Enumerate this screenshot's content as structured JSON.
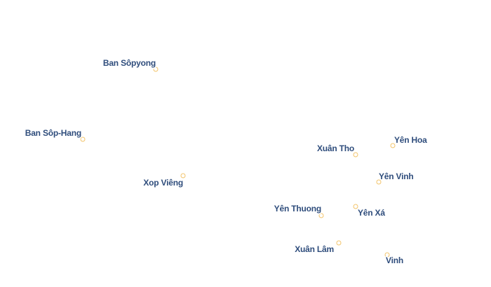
{
  "map": {
    "marker_fill": "#ffffff",
    "marker_stroke": "#f2c46b",
    "label_color": "#2f4d7c",
    "places": [
      {
        "name": "Ban Sôpyong"
      },
      {
        "name": "Ban Sôp-Hang"
      },
      {
        "name": "Xop Viêng"
      },
      {
        "name": "Xuân Tho"
      },
      {
        "name": "Yên Hoa"
      },
      {
        "name": "Yên Vinh"
      },
      {
        "name": "Yên Thuong"
      },
      {
        "name": "Yên Xá"
      },
      {
        "name": "Xuân Lâm"
      },
      {
        "name": "Vinh"
      }
    ]
  }
}
